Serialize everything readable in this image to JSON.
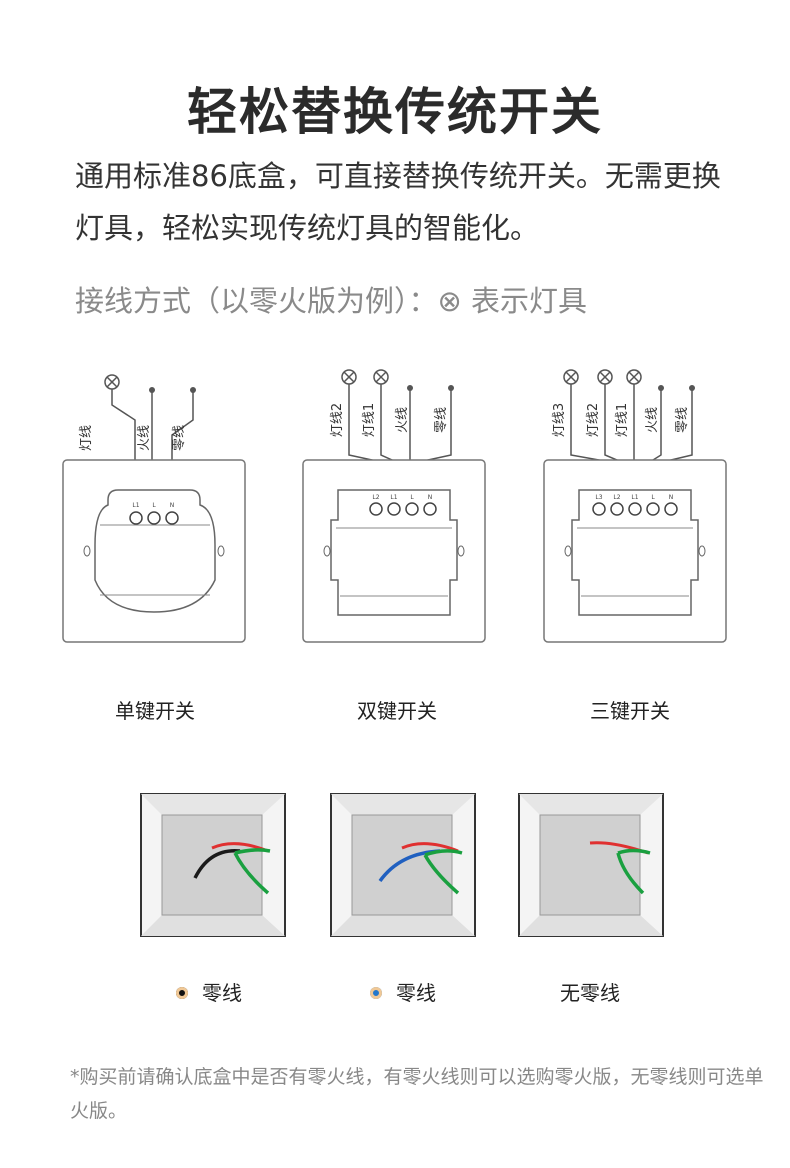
{
  "title": "轻松替换传统开关",
  "intro": "通用标准86底盒，可直接替换传统开关。无需更换灯具，轻松实现传统灯具的智能化。",
  "wiring_method": "接线方式（以零火版为例）：⊗ 表示灯具",
  "diagrams": [
    {
      "caption": "单键开关",
      "wires": [
        "灯线",
        "火线",
        "零线"
      ],
      "terminals": [
        "L1",
        "L",
        "N"
      ]
    },
    {
      "caption": "双键开关",
      "wires": [
        "灯线2",
        "灯线1",
        "火线",
        "零线"
      ],
      "terminals": [
        "L2",
        "L1",
        "L",
        "N"
      ]
    },
    {
      "caption": "三键开关",
      "wires": [
        "灯线3",
        "灯线2",
        "灯线1",
        "火线",
        "零线"
      ],
      "terminals": [
        "L3",
        "L2",
        "L1",
        "L",
        "N"
      ]
    }
  ],
  "boxes": [
    {
      "label": "零线",
      "dot_color": "#111111"
    },
    {
      "label": "零线",
      "dot_color": "#2277cc"
    },
    {
      "label": "无零线"
    }
  ],
  "colors": {
    "live": "#e03030",
    "neutral_black": "#1a1a1a",
    "neutral_blue": "#2060c0",
    "ground": "#1aa040"
  },
  "note": "*购买前请确认底盒中是否有零火线，有零火线则可以选购零火版，无零线则可选单火版。"
}
